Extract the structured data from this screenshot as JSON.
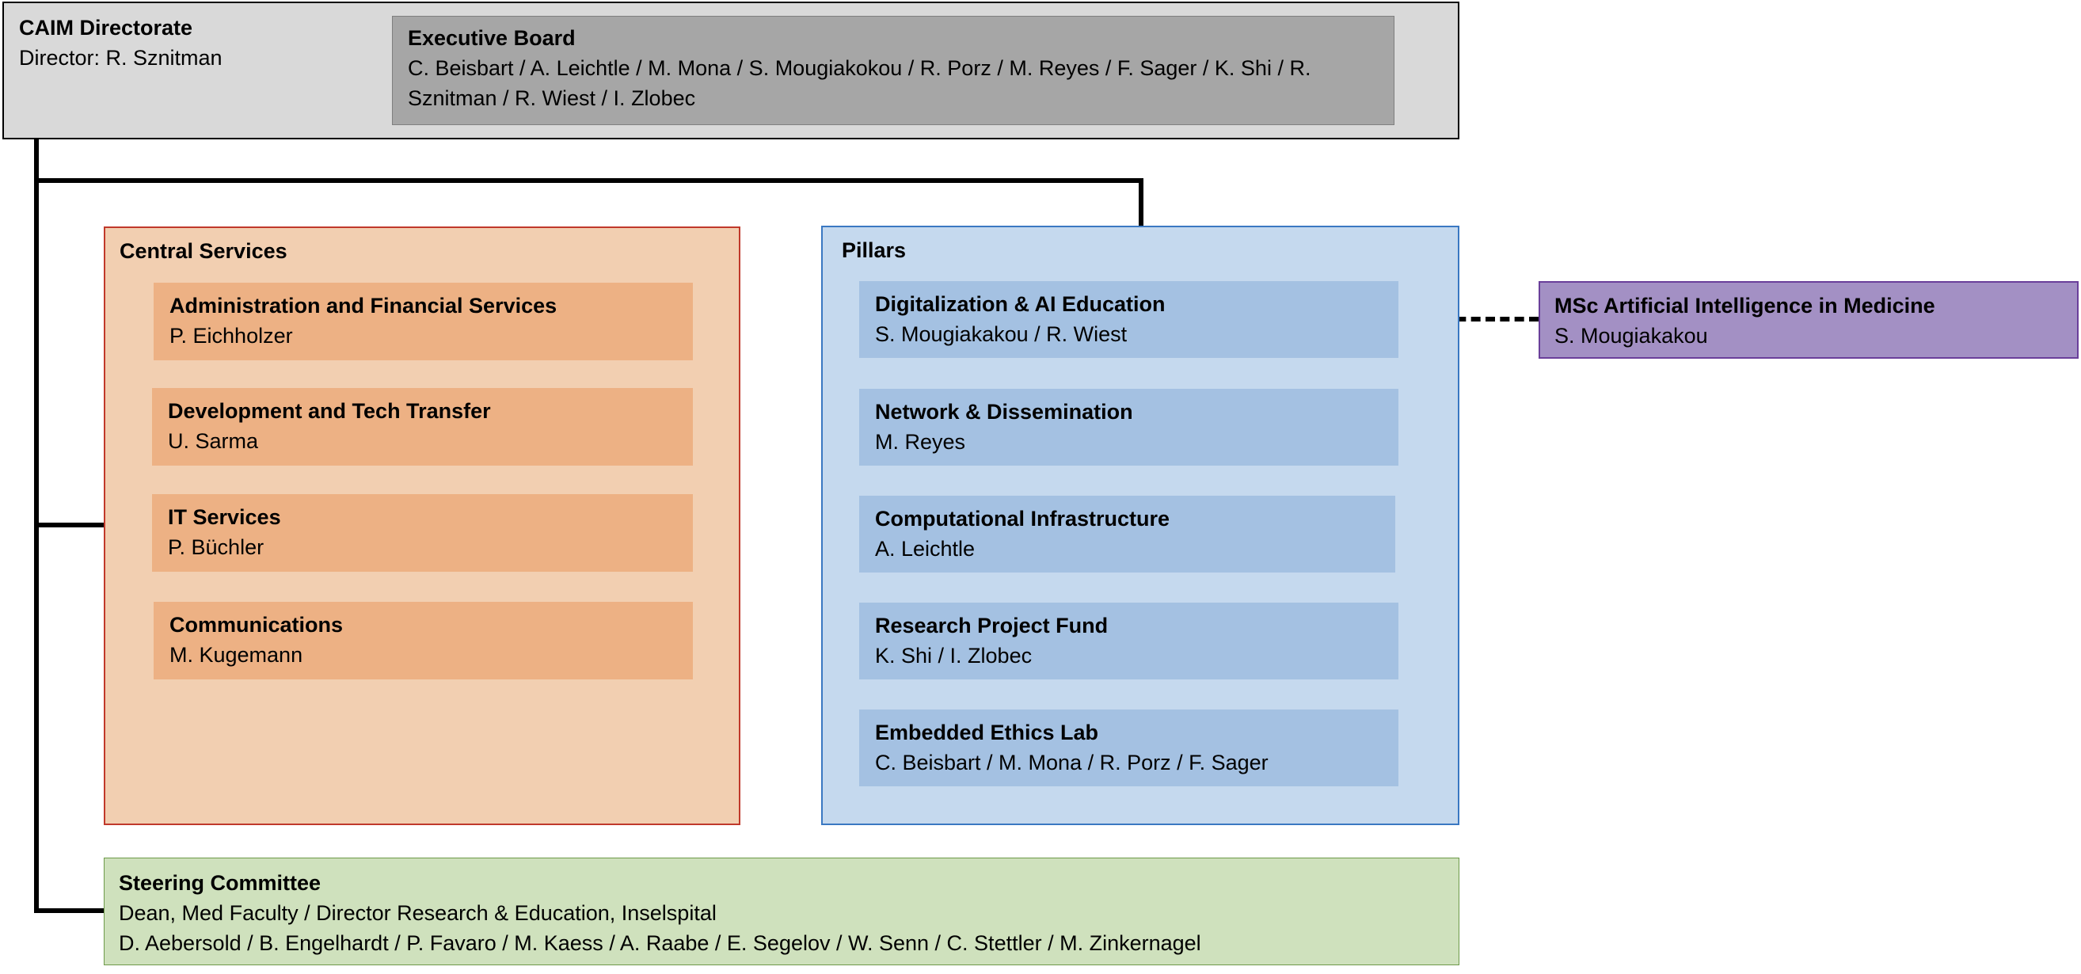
{
  "directorate": {
    "title": "CAIM Directorate",
    "director": "Director: R. Sznitman"
  },
  "executive_board": {
    "title": "Executive Board",
    "members": "C. Beisbart / A. Leichtle / M. Mona / S. Mougiakokou / R. Porz / M. Reyes / F. Sager / K. Shi / R. Sznitman / R. Wiest / I. Zlobec"
  },
  "central_services": {
    "title": "Central Services",
    "items": [
      {
        "title": "Administration and Financial Services",
        "lead": "P. Eichholzer"
      },
      {
        "title": "Development and Tech Transfer",
        "lead": "U. Sarma"
      },
      {
        "title": "IT Services",
        "lead": "P. Büchler"
      },
      {
        "title": "Communications",
        "lead": "M. Kugemann"
      }
    ]
  },
  "pillars": {
    "title": "Pillars",
    "items": [
      {
        "title": "Digitalization & AI Education",
        "lead": "S. Mougiakakou / R. Wiest"
      },
      {
        "title": "Network & Dissemination",
        "lead": "M. Reyes"
      },
      {
        "title": "Computational Infrastructure",
        "lead": "A. Leichtle"
      },
      {
        "title": "Research Project Fund",
        "lead": "K. Shi / I. Zlobec"
      },
      {
        "title": "Embedded Ethics Lab",
        "lead": "C. Beisbart / M. Mona / R. Porz / F. Sager"
      }
    ]
  },
  "msc": {
    "title": "MSc Artificial Intelligence in Medicine",
    "lead": "S. Mougiakakou"
  },
  "steering_committee": {
    "title": "Steering Committee",
    "line1": "Dean, Med Faculty / Director Research & Education, Inselspital",
    "line2": "D. Aebersold / B. Engelhardt / P. Favaro / M. Kaess / A. Raabe / E. Segelov / W. Senn / C. Stettler / M. Zinkernagel"
  },
  "colors": {
    "directorate_fill": "#d9d9d9",
    "executive_board_fill": "#a6a6a6",
    "central_services_fill": "#f2cfb1",
    "central_services_item_fill": "#edb184",
    "central_services_border": "#c0392b",
    "pillars_fill": "#c5d9ee",
    "pillars_item_fill": "#a4c1e2",
    "pillars_border": "#3a78c2",
    "msc_fill": "#a390c4",
    "steering_fill": "#cfe1bd"
  }
}
